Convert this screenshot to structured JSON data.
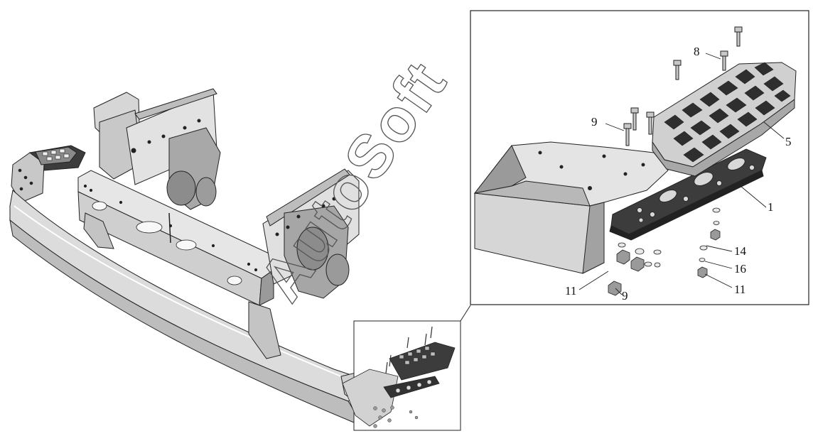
{
  "watermark": "AutoSoft",
  "corner_mark": "",
  "callouts": {
    "c1": "1",
    "c5": "5",
    "c8": "8",
    "c9_bolt": "9",
    "c9_nut": "9",
    "c11_left": "11",
    "c11_right": "11",
    "c14": "14",
    "c16": "16"
  },
  "colors": {
    "panel_light": "#dcdcdc",
    "panel_mid": "#bdbdbd",
    "panel_dark": "#8a8a8a",
    "plate_dark": "#3c3c3c",
    "outline": "#222222"
  }
}
